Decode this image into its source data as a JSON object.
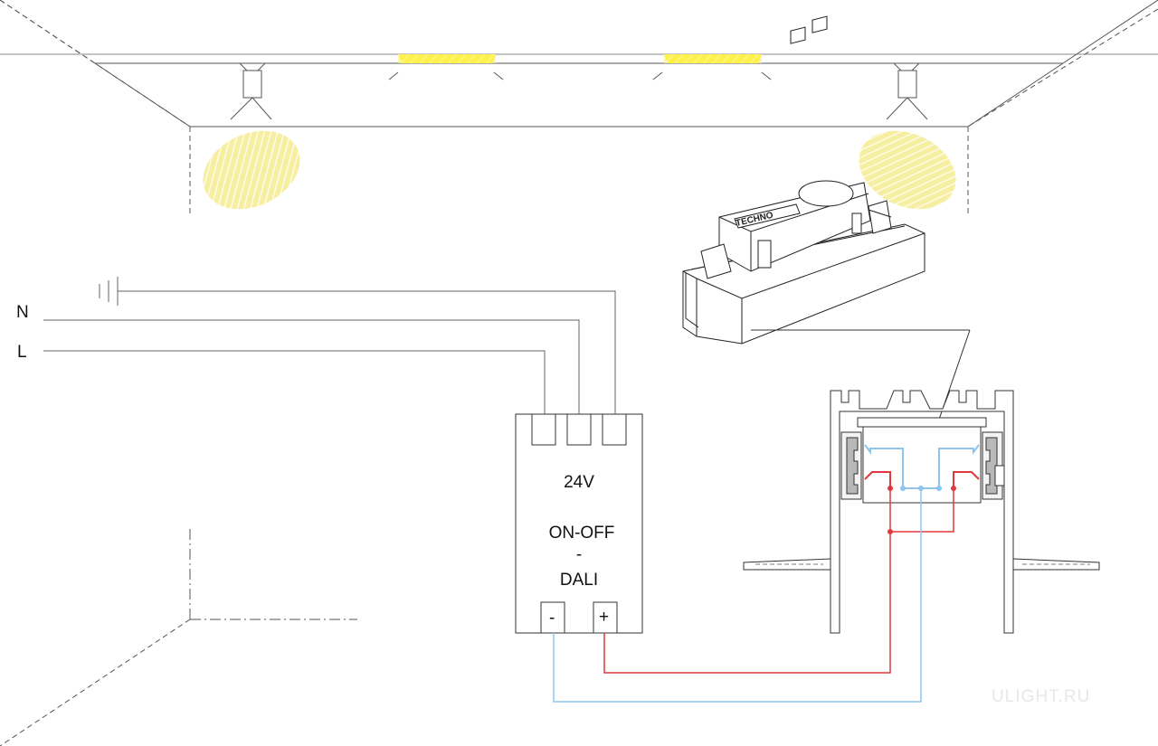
{
  "labels": {
    "neutral": "N",
    "line": "L",
    "driver_voltage": "24V",
    "driver_mode_1": "ON-OFF",
    "driver_dash": "-",
    "driver_mode_2": "DALI",
    "terminal_minus": "-",
    "terminal_plus": "+",
    "brand_text": "TECHNO",
    "watermark": "ULIGHT.RU"
  },
  "colors": {
    "line": "#333333",
    "thin_line": "#555555",
    "dash": "#555555",
    "light_fill": "#fff27a",
    "light_stripe": "#fffbe0",
    "spot_fill": "#f9f1a6",
    "wire_positive": "#e0383c",
    "wire_negative": "#8ec5ec",
    "profile_gray": "#b8b8b8"
  }
}
